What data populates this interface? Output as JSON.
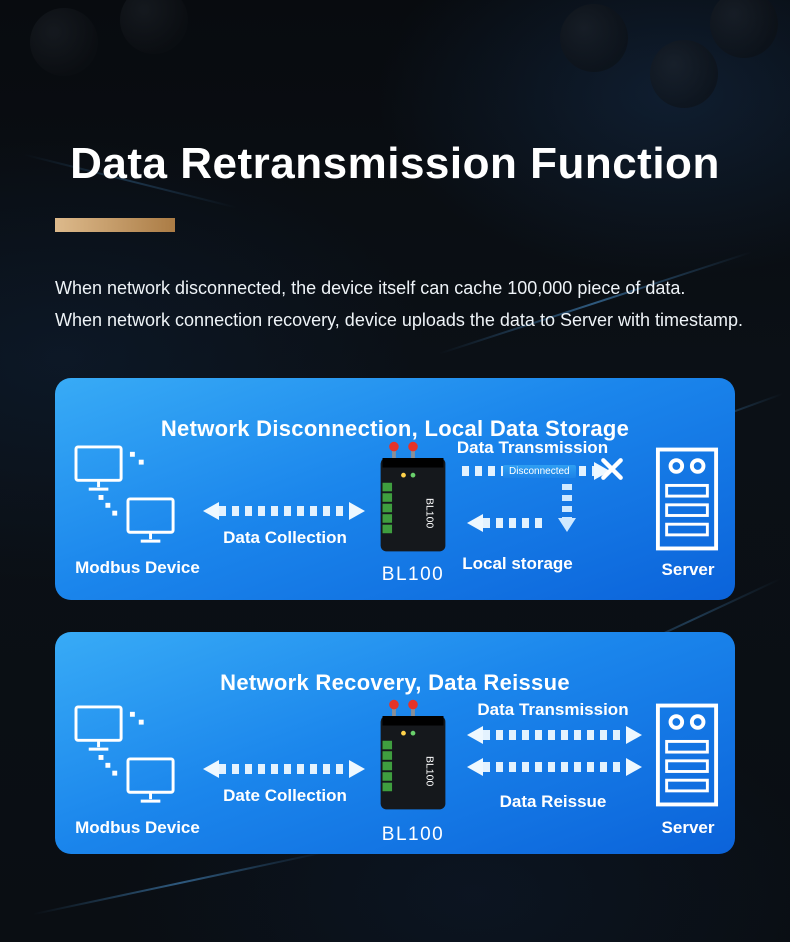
{
  "page": {
    "title": "Data Retransmission Function",
    "description": [
      "When network disconnected, the device itself can cache 100,000 piece of data.",
      "When network connection recovery, device uploads the data to Server with timestamp."
    ]
  },
  "panel1": {
    "title": "Network Disconnection, Local Data Storage",
    "modbus_label": "Modbus Device",
    "collection_label": "Data Collection",
    "device_label": "BL100",
    "device_print": "BL100",
    "transmission_label": "Data Transmission",
    "disconnected_label": "Disconnected",
    "local_storage_label": "Local storage",
    "server_label": "Server"
  },
  "panel2": {
    "title": "Network Recovery, Data Reissue",
    "modbus_label": "Modbus Device",
    "collection_label": "Date Collection",
    "device_label": "BL100",
    "device_print": "BL100",
    "transmission_label": "Data Transmission",
    "reissue_label": "Data Reissue",
    "server_label": "Server"
  },
  "colors": {
    "panel_gradient_top": "#38abf6",
    "panel_gradient_bottom": "#0b63da",
    "accent_gold": "#c79d63",
    "arrow": "#eef8ff",
    "antenna_red": "#e63328",
    "terminal_green": "#3f9e3f",
    "background": "#0a0d11"
  }
}
